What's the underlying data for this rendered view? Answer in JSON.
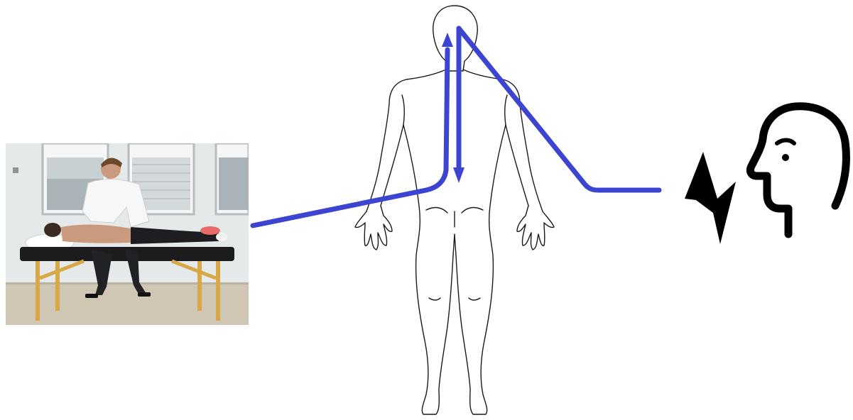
{
  "figure": {
    "description_labels": [],
    "photo": {
      "semantic": "therapist-treating-patient-photo",
      "icon": "clinical-photo"
    },
    "body_outline": {
      "semantic": "human-body-back-view",
      "icon": "body-outline"
    },
    "pathway": {
      "color": "#3d44cf",
      "semantic": "nerve-signal-pathway"
    },
    "pain_signal": {
      "semantic": "pain-bolt-icon",
      "color": "#000000"
    },
    "head": {
      "semantic": "head-profile-icon",
      "color": "#000000"
    }
  }
}
